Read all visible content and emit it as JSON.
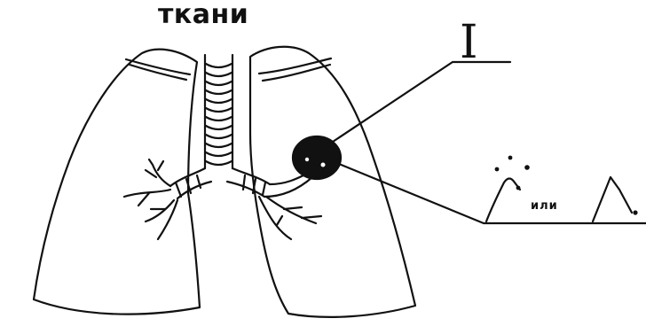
{
  "diagram": {
    "title": "ткани",
    "marker_numeral": "I",
    "or_word": "или"
  },
  "colors": {
    "ink": "#111111",
    "background": "#ffffff"
  }
}
